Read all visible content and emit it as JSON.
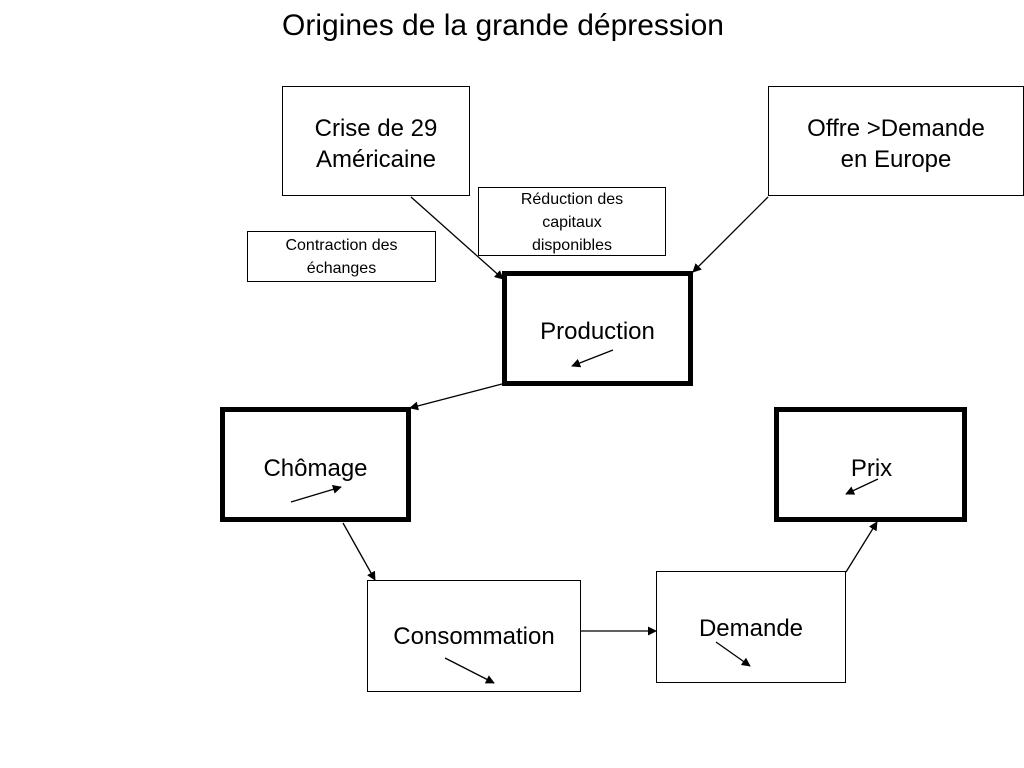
{
  "title": "Origines de la grande dépression",
  "nodes": {
    "crise": {
      "line1": "Crise de 29",
      "line2": "Américaine"
    },
    "offre": {
      "line1": "Offre >Demande",
      "line2": "en Europe"
    },
    "reduction": {
      "line1": "Réduction  des",
      "line2": "capitaux",
      "line3": "disponibles"
    },
    "contraction": {
      "line1": "Contraction des",
      "line2": "échanges"
    },
    "production": {
      "label": "Production"
    },
    "chomage": {
      "label": "Chômage"
    },
    "prix": {
      "label": "Prix"
    },
    "consommation": {
      "label": "Consommation"
    },
    "demande": {
      "label": "Demande"
    }
  },
  "trends": {
    "production": "down",
    "chomage": "up",
    "prix": "down",
    "consommation": "down",
    "demande": "down"
  },
  "edges": [
    {
      "from": "crise",
      "to": "production"
    },
    {
      "from": "offre",
      "to": "production"
    },
    {
      "from": "production",
      "to": "chomage"
    },
    {
      "from": "chomage",
      "to": "consommation"
    },
    {
      "from": "consommation",
      "to": "demande"
    },
    {
      "from": "demande",
      "to": "prix"
    }
  ]
}
